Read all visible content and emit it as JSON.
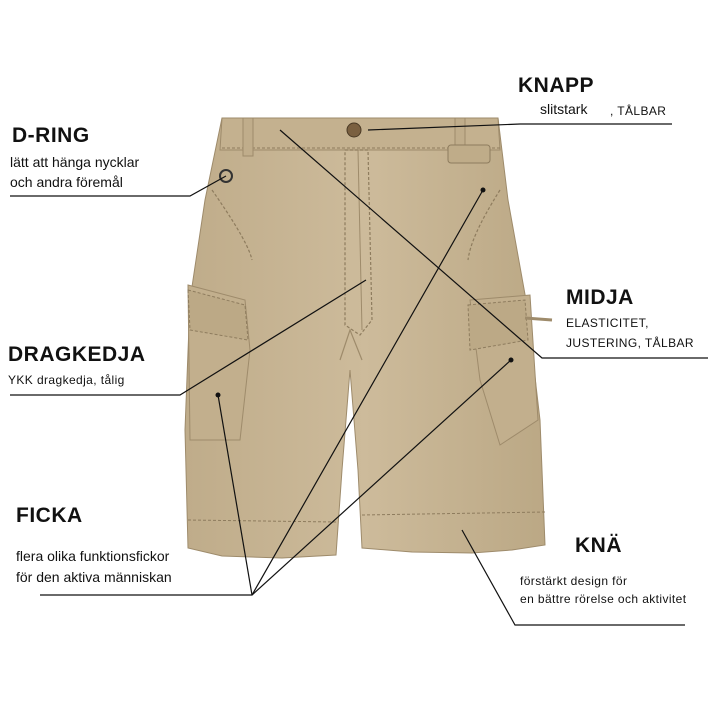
{
  "product": {
    "name": "tactical-cargo-shorts",
    "color": "#C8B594"
  },
  "callouts": {
    "knapp": {
      "title": "KNAPP",
      "desc_main": "slitstark",
      "desc_extra": ", TÅLBAR"
    },
    "dring": {
      "title": "D-RING",
      "line1": "lätt att hänga nycklar",
      "line2": "och andra föremål"
    },
    "midja": {
      "title": "MIDJA",
      "line1": "ELASTICITET,",
      "line2": "JUSTERING, TÅLBAR"
    },
    "dragkedja": {
      "title": "DRAGKEDJA",
      "line1": "YKK dragkedja, tålig"
    },
    "ficka": {
      "title": "FICKA",
      "line1": "flera olika funktionsfickor",
      "line2": "för den aktiva människan"
    },
    "kna": {
      "title": "KNÄ",
      "line1": "förstärkt design för",
      "line2": "en bättre rörelse och aktivitet"
    }
  },
  "colors": {
    "fabric": "#C8B594",
    "fabric_shadow": "#B09D7C",
    "stitch": "#8E7C5E",
    "line": "#111111"
  }
}
